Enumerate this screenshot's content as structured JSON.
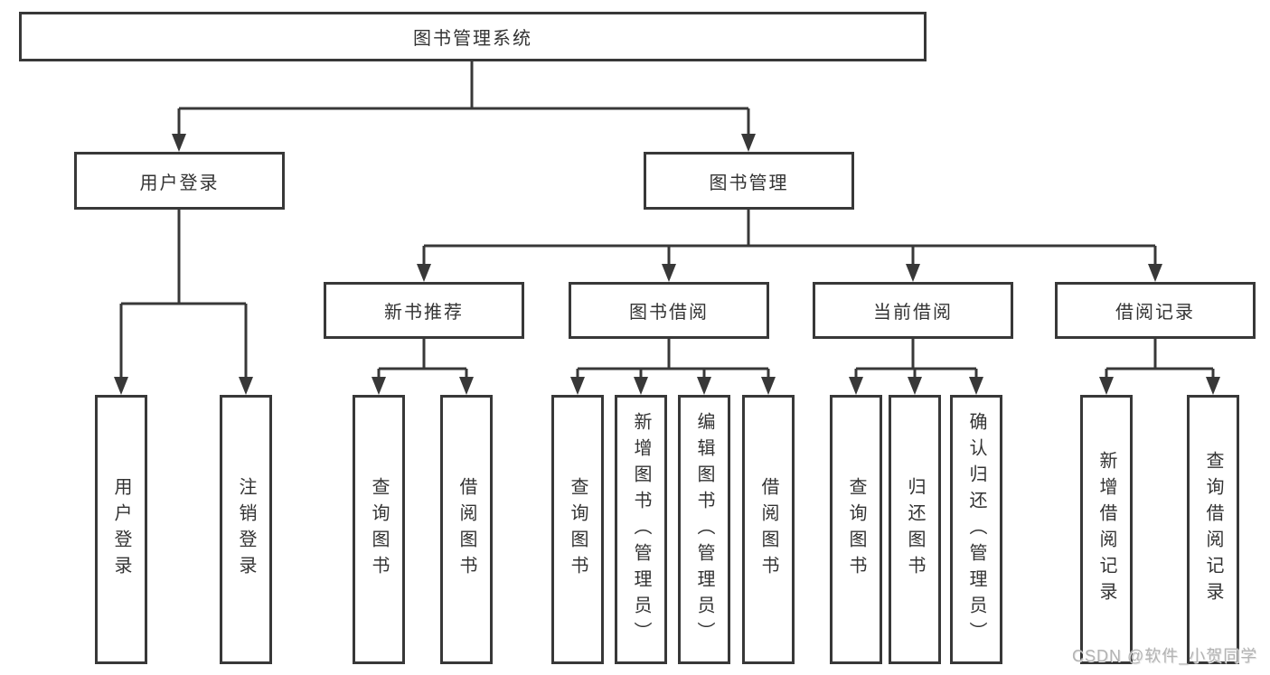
{
  "tree": {
    "root": {
      "label": "图书管理系统"
    },
    "branches": [
      {
        "label": "用户登录",
        "children": [
          {
            "label": "用户登录"
          },
          {
            "label": "注销登录"
          }
        ]
      },
      {
        "label": "图书管理",
        "children": [
          {
            "label": "新书推荐",
            "children": [
              {
                "label": "查询图书"
              },
              {
                "label": "借阅图书"
              }
            ]
          },
          {
            "label": "图书借阅",
            "children": [
              {
                "label": "查询图书"
              },
              {
                "label": "新增图书（管理员）"
              },
              {
                "label": "编辑图书（管理员）"
              },
              {
                "label": "借阅图书"
              }
            ]
          },
          {
            "label": "当前借阅",
            "children": [
              {
                "label": "查询图书"
              },
              {
                "label": "归还图书"
              },
              {
                "label": "确认归还（管理员）"
              }
            ]
          },
          {
            "label": "借阅记录",
            "children": [
              {
                "label": "新增借阅记录"
              },
              {
                "label": "查询借阅记录"
              }
            ]
          }
        ]
      }
    ]
  },
  "watermark": {
    "text": "CSDN @软件_小贺同学"
  },
  "colors": {
    "line": "#383838",
    "text": "#333333",
    "background": "#ffffff",
    "watermark": "#b3b3b3"
  }
}
